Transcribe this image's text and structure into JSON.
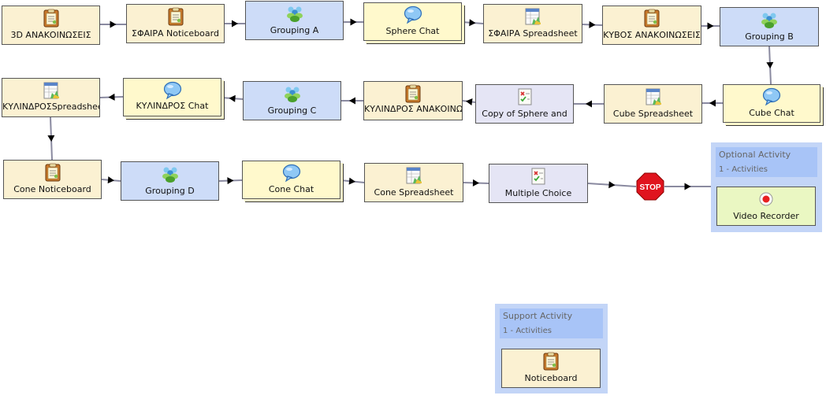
{
  "activities": [
    {
      "key": "a1",
      "label": "3D ΑΝΑΚΟΙΝΩΣΕΙΣ",
      "kind": "tool",
      "icon": "noticeboard-icon"
    },
    {
      "key": "a2",
      "label": "ΣΦΑΙΡΑ Noticeboard",
      "kind": "tool",
      "icon": "noticeboard-icon"
    },
    {
      "key": "a3",
      "label": "Grouping A",
      "kind": "group",
      "icon": "grouping-icon"
    },
    {
      "key": "a4",
      "label": "Sphere Chat",
      "kind": "chat",
      "icon": "chat-icon"
    },
    {
      "key": "a5",
      "label": "ΣΦΑΙΡΑ Spreadsheet",
      "kind": "tool",
      "icon": "spreadsheet-icon"
    },
    {
      "key": "a6",
      "label": "ΚΥΒΟΣ ΑΝΑΚΟΙΝΩΣΕΙΣ",
      "kind": "tool",
      "icon": "noticeboard-icon"
    },
    {
      "key": "a7",
      "label": "Grouping B",
      "kind": "group",
      "icon": "grouping-icon"
    },
    {
      "key": "b1",
      "label": "Cube Chat",
      "kind": "chat",
      "icon": "chat-icon"
    },
    {
      "key": "b2",
      "label": "Cube Spreadsheet",
      "kind": "tool",
      "icon": "spreadsheet-icon"
    },
    {
      "key": "b3",
      "label": "Copy of Sphere and",
      "kind": "gate",
      "icon": "multiple-choice-icon"
    },
    {
      "key": "b4",
      "label": "ΚΥΛΙΝΔΡΟΣ ΑΝΑΚΟΙΝΩΣ",
      "kind": "tool",
      "icon": "noticeboard-icon"
    },
    {
      "key": "b5",
      "label": "Grouping C",
      "kind": "group",
      "icon": "grouping-icon"
    },
    {
      "key": "b6",
      "label": "ΚΥΛΙΝΔΡΟΣ Chat",
      "kind": "chat",
      "icon": "chat-icon"
    },
    {
      "key": "b7",
      "label": "ΚΥΛΙΝΔΡΟΣSpreadsheet",
      "kind": "tool",
      "icon": "spreadsheet-icon"
    },
    {
      "key": "c1",
      "label": "Cone Noticeboard",
      "kind": "tool",
      "icon": "noticeboard-icon"
    },
    {
      "key": "c2",
      "label": "Grouping D",
      "kind": "group",
      "icon": "grouping-icon"
    },
    {
      "key": "c3",
      "label": "Cone Chat",
      "kind": "chat",
      "icon": "chat-icon"
    },
    {
      "key": "c4",
      "label": "Cone Spreadsheet",
      "kind": "tool",
      "icon": "spreadsheet-icon"
    },
    {
      "key": "c5",
      "label": "Multiple Choice",
      "kind": "gate",
      "icon": "multiple-choice-icon"
    }
  ],
  "stop": {
    "label": "STOP",
    "color": "#e0141e"
  },
  "optional": {
    "title": "Optional Activity",
    "count": "1 - Activities",
    "child": {
      "label": "Video Recorder",
      "icon": "video-recorder-icon"
    }
  },
  "support": {
    "title": "Support Activity",
    "count": "1 - Activities",
    "child": {
      "label": "Noticeboard",
      "icon": "noticeboard-icon"
    }
  },
  "colors": {
    "tool": "#fbf1d2",
    "group": "#cddcf8",
    "chat": "#fff9cc",
    "gate": "#e5e5f5",
    "panel": "#c3d5f7",
    "panel_header": "#a8c4f7",
    "connector": "#8a8aa0"
  }
}
